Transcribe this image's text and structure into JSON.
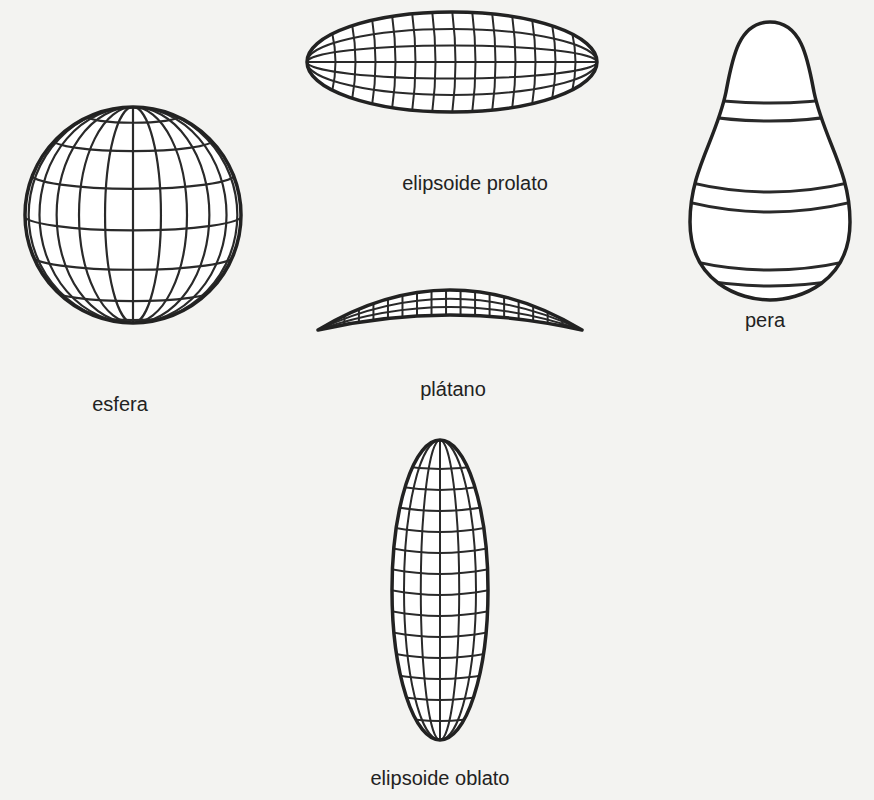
{
  "diagram": {
    "labels": [
      "esfera",
      "elipsoide prolato",
      "pera",
      "plátano",
      "elipsoide oblato"
    ]
  }
}
